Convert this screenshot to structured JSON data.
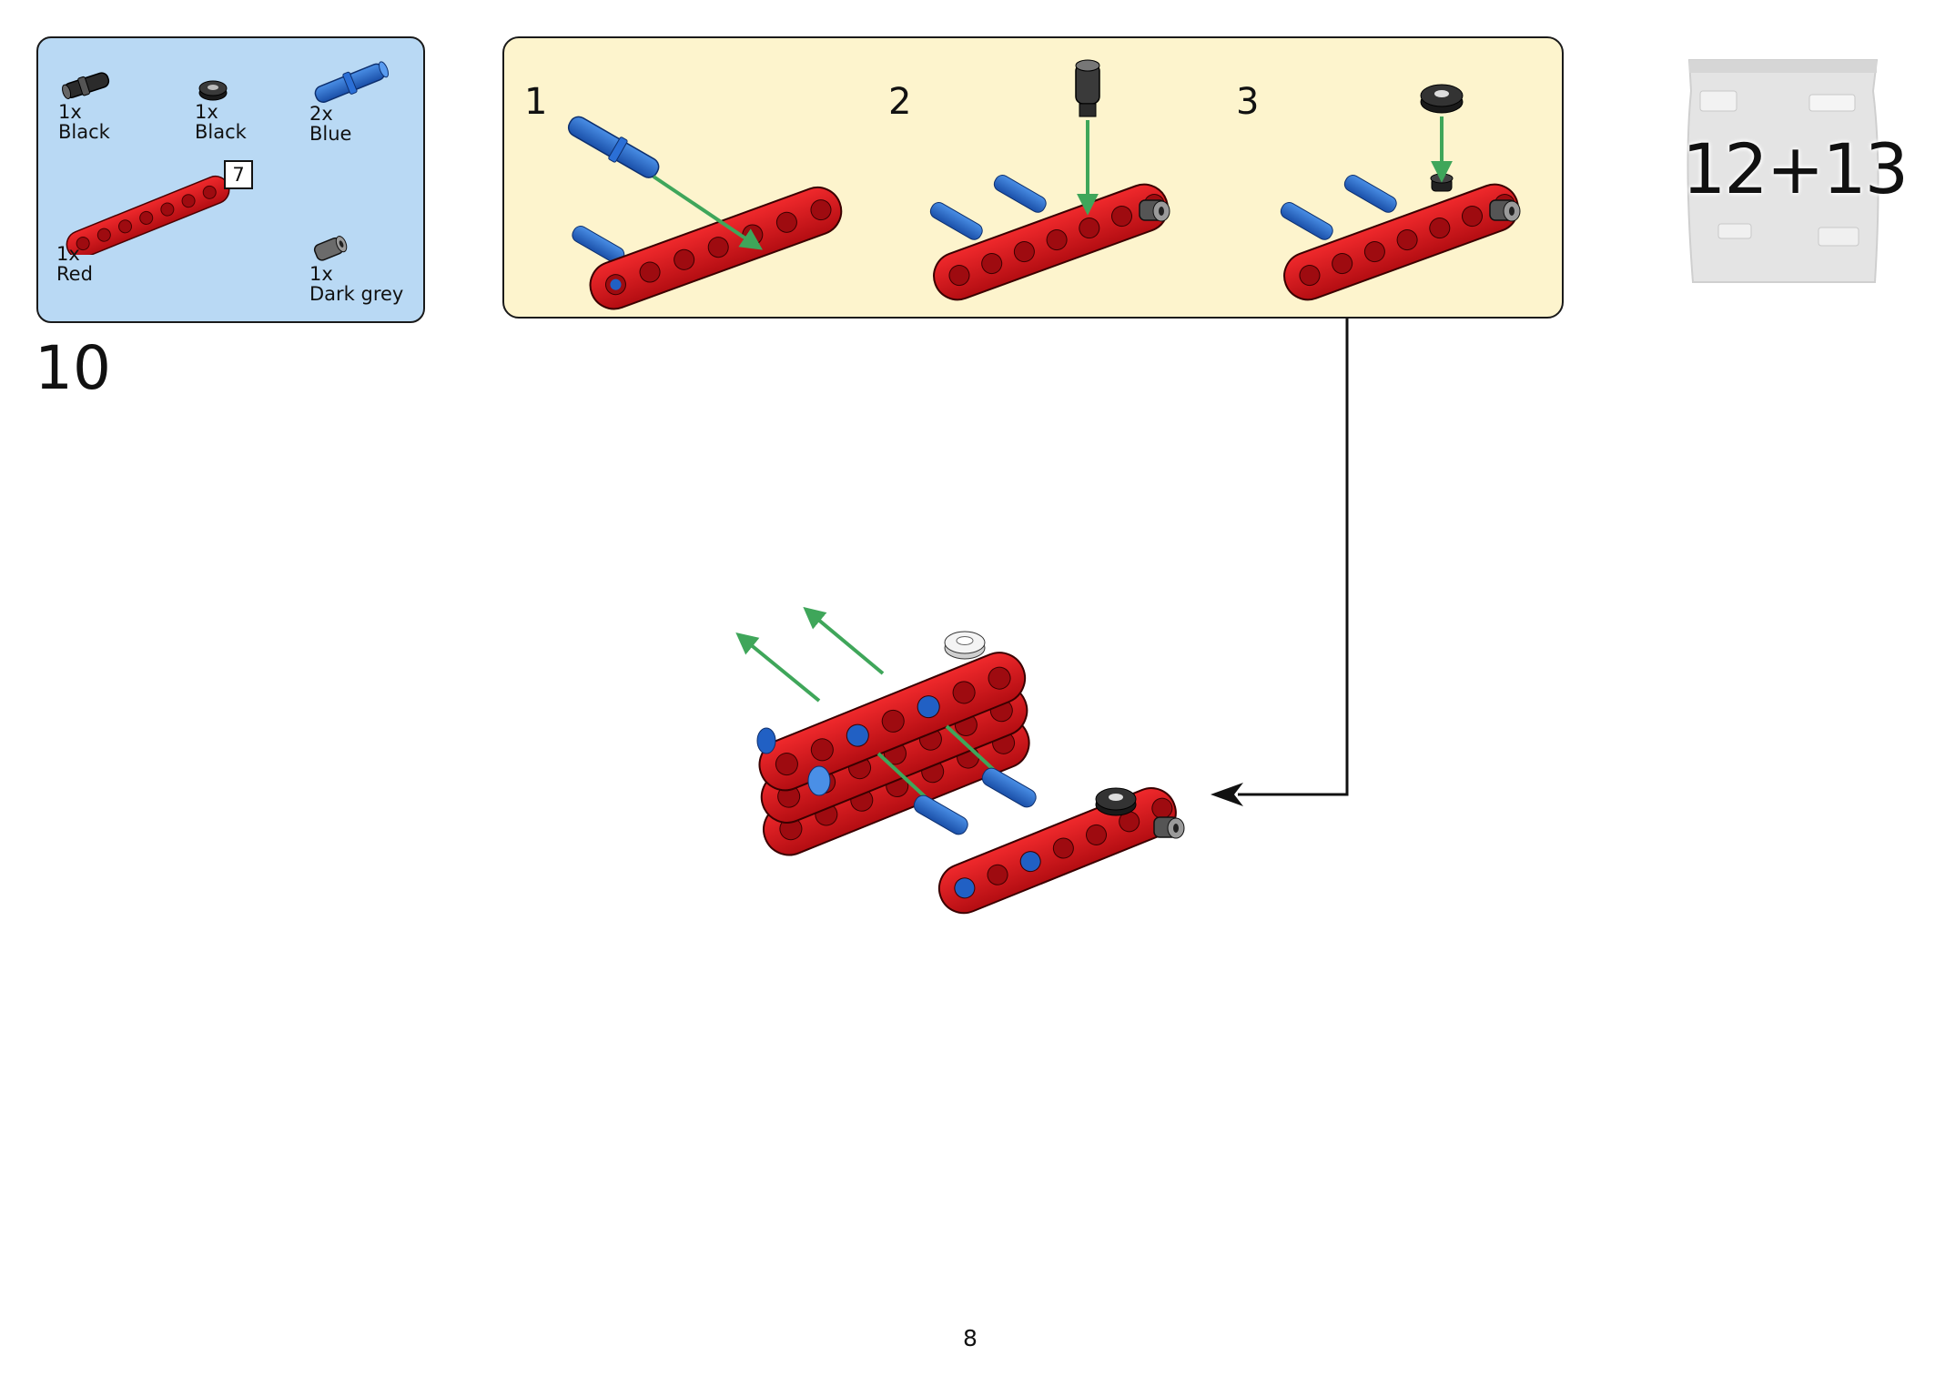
{
  "parts_list": {
    "items": [
      {
        "qty": "1x",
        "color": "Black",
        "icon": "black-connector-pin-icon"
      },
      {
        "qty": "1x",
        "color": "Black",
        "icon": "black-round-tile-icon"
      },
      {
        "qty": "2x",
        "color": "Blue",
        "icon": "blue-axle-pin-icon"
      },
      {
        "qty": "1x",
        "color": "Red",
        "icon": "red-beam-icon"
      },
      {
        "qty": "1x",
        "color": "Dark grey",
        "icon": "dark-grey-bush-icon"
      }
    ],
    "beam_length": "7"
  },
  "step_number": "10",
  "sub_assembly": {
    "steps": [
      "1",
      "2",
      "3"
    ]
  },
  "bag": {
    "label": "12+13",
    "icon": "parts-bag-icon"
  },
  "page_number": "8",
  "colors": {
    "parts_panel": "#b9d9f4",
    "sub_assembly_panel": "#fdf4cd",
    "beam_red": "#d8141a",
    "pin_blue": "#2160c4",
    "arrow_green": "#3fa65a"
  }
}
